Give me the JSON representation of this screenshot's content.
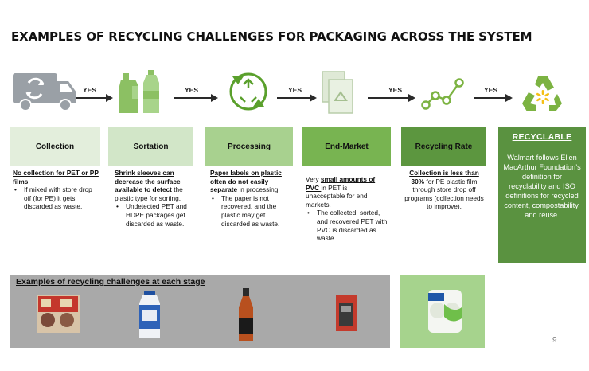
{
  "title": "EXAMPLES OF RECYCLING CHALLENGES FOR PACKAGING ACROSS THE SYSTEM",
  "arrow_label": "YES",
  "stages": [
    {
      "header": "Collection",
      "header_bg": "#e3eedc"
    },
    {
      "header": "Sortation",
      "header_bg": "#d2e6c8"
    },
    {
      "header": "Processing",
      "header_bg": "#a8d18f"
    },
    {
      "header": "End-Market",
      "header_bg": "#78b451"
    },
    {
      "header": "Recycling Rate",
      "header_bg": "#5c963f"
    }
  ],
  "collection": {
    "lead": "No collection for PET or PP films",
    "lead_tail": ".",
    "bullets": [
      "If mixed with store drop off (for PE) it gets discarded as waste."
    ]
  },
  "sortation": {
    "lead": "Shrink sleeves can decrease the surface available to detect",
    "lead_tail": " the plastic type for sorting.",
    "bullets": [
      "Undetected PET and HDPE packages get discarded as waste."
    ]
  },
  "processing": {
    "lead": "Paper labels on plastic often do not easily separate",
    "lead_tail": " in processing.",
    "bullets": [
      "The paper is not recovered, and the plastic may get discarded as waste."
    ]
  },
  "end_market": {
    "pre": "Very ",
    "lead": "small amounts of PVC ",
    "lead_tail": "in PET is unacceptable for end markets.",
    "bullets": [
      "The collected, sorted, and recovered PET with PVC is discarded as waste."
    ]
  },
  "recycling_rate": {
    "lead": "Collection is less than 30%",
    "lead_tail": " for PE plastic film through store drop off programs (collection needs to improve)."
  },
  "recyclable": {
    "title": "RECYCLABLE",
    "text": "Walmart follows Ellen MacArthur Foundation’s definition for recyclability and ISO definitions for recycled content, compostability, and reuse."
  },
  "examples_title": "Examples of  recycling  challenges at each stage",
  "page_number": "9",
  "icons": [
    "recycling-truck-icon",
    "bottles-icon",
    "processing-cycle-icon",
    "recycled-documents-icon",
    "growth-chart-icon",
    "recycle-symbol-icon"
  ],
  "colors": {
    "icon_gray": "#9aa0a6",
    "icon_green": "#7cb342",
    "brand_green": "#5a9240",
    "walmart_yellow": "#f4c016"
  }
}
